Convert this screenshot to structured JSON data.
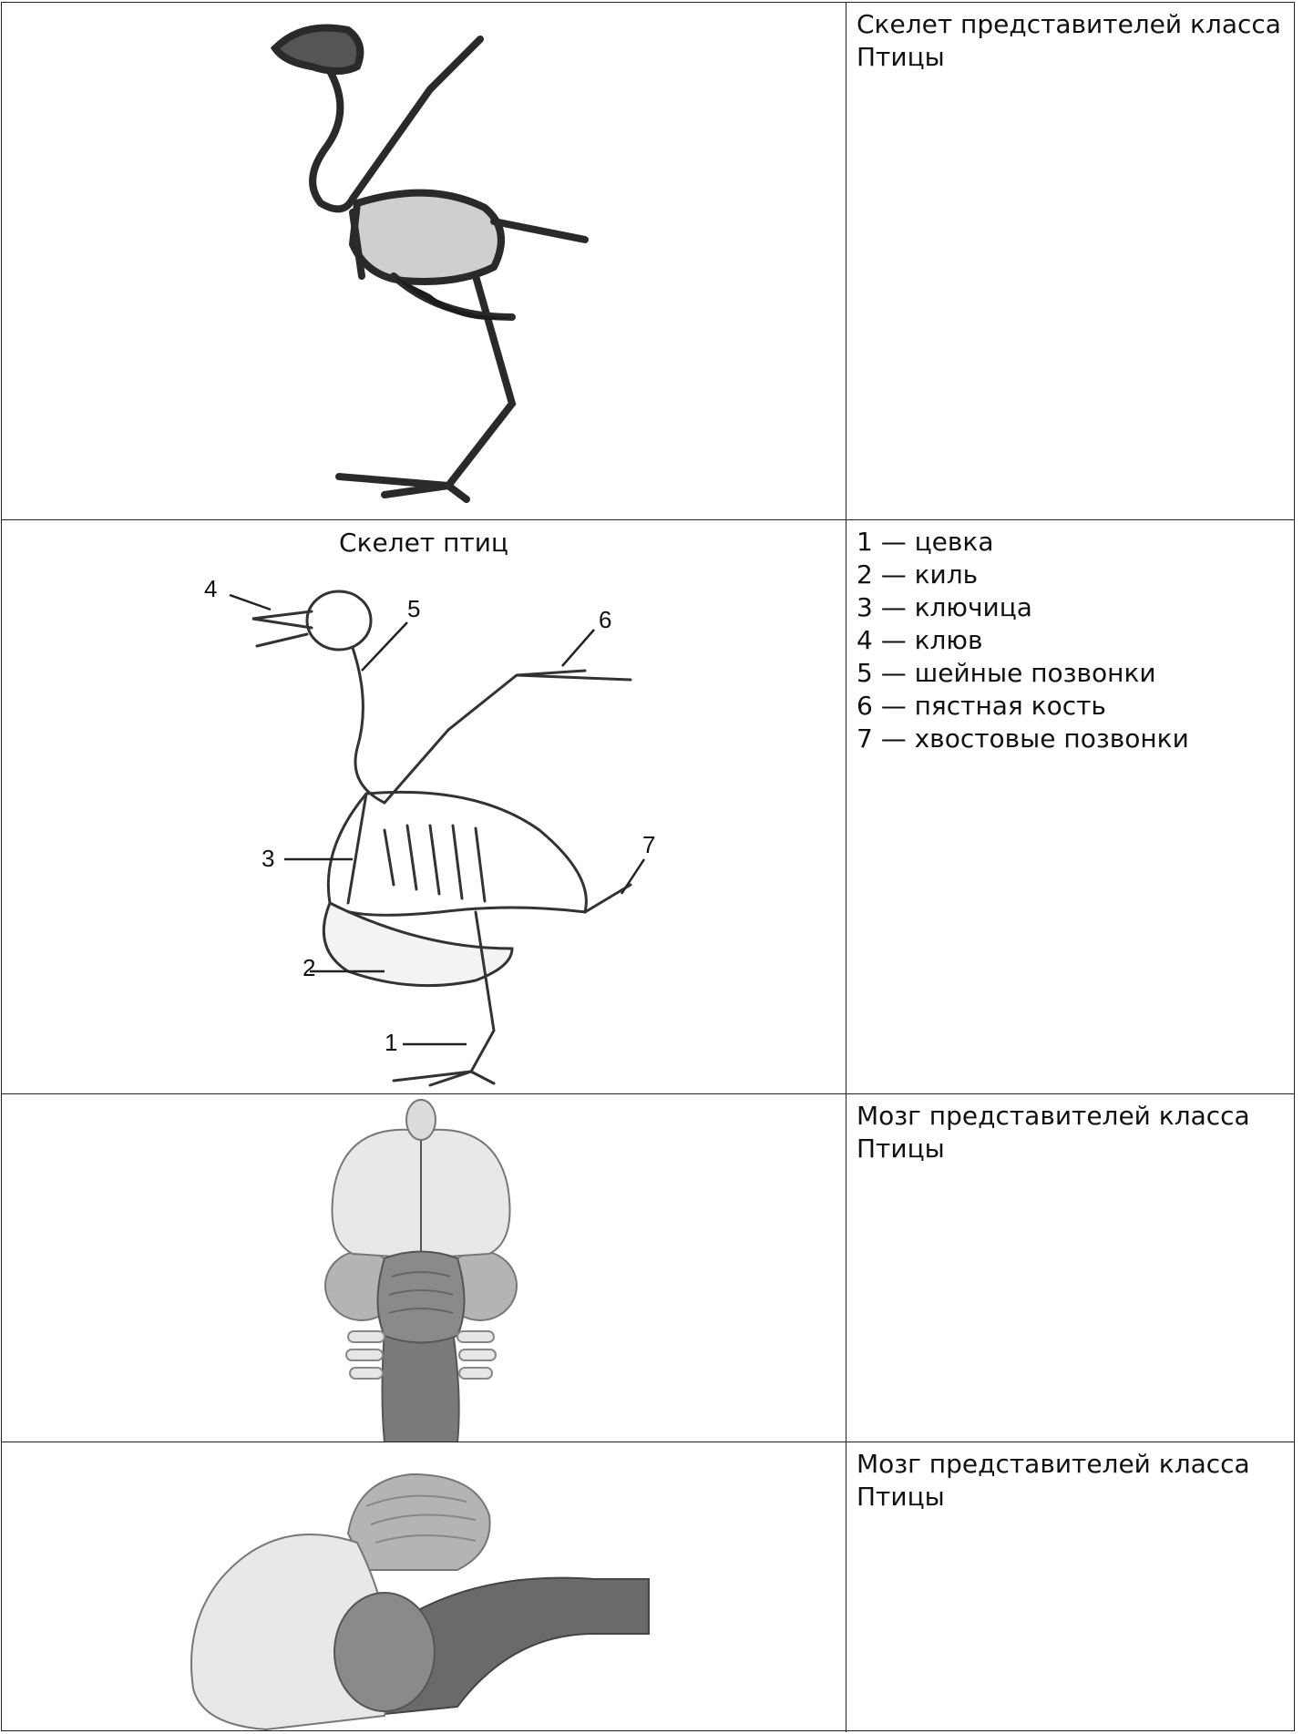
{
  "rows": [
    {
      "text": "Скелет представителей класса Птицы",
      "image": "bird-skeleton-photo"
    },
    {
      "caption": "Скелет птиц",
      "labels": [
        "1",
        "2",
        "3",
        "4",
        "5",
        "6",
        "7"
      ],
      "legend": [
        "1 — цевка",
        "2 — киль",
        "3 — ключица",
        "4 — клюв",
        "5 — шейные позвонки",
        "6 — пястная кость",
        "7 — хвостовые позвонки"
      ],
      "image": "bird-skeleton-diagram"
    },
    {
      "text": "Мозг представителей класса Птицы",
      "image": "bird-brain-top-view"
    },
    {
      "text": "Мозг представителей класса Птицы",
      "image": "bird-brain-side-view"
    }
  ],
  "colors": {
    "border": "#222222",
    "bone_dark": "#2a2a2a",
    "brain_light": "#e8e8e8",
    "brain_mid": "#b4b4b4",
    "brain_dark": "#7a7a7a"
  }
}
